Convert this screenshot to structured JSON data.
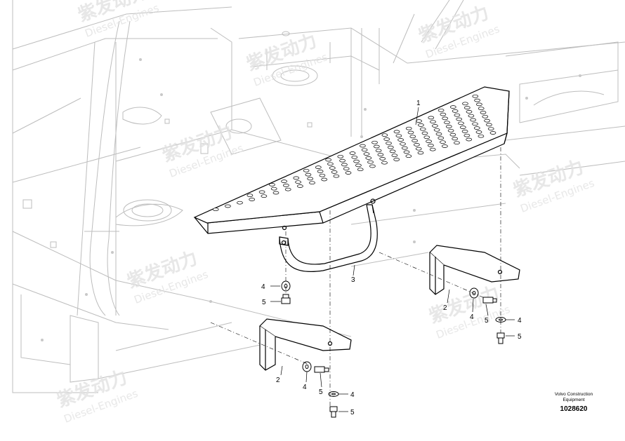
{
  "callouts": {
    "step": "1",
    "bracket": "2",
    "handle": "3",
    "washer": "4",
    "screw": "5"
  },
  "credit": {
    "line1": "Volvo Construction",
    "line2": "Equipment"
  },
  "drawing_number": "1028620",
  "watermark": {
    "brand": "紫发动力",
    "sub": "Diesel-Engines"
  }
}
